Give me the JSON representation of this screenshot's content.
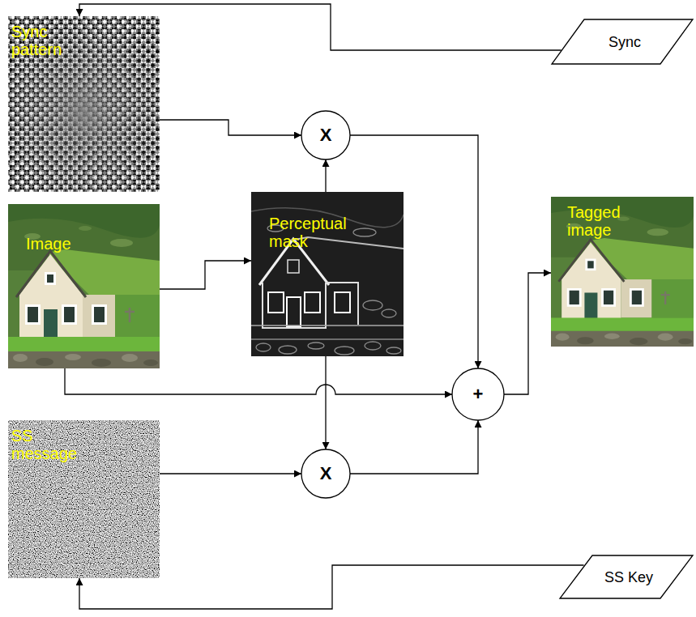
{
  "diagram": {
    "nodes": [
      {
        "text": [
          "Sync pattern"
        ]
      },
      {
        "text": [
          "Sync"
        ]
      },
      {
        "text": [
          "X"
        ]
      },
      {
        "text": [
          "Image"
        ]
      },
      {
        "text": [
          "Perceptual mask"
        ]
      },
      {
        "text": [
          "Tagged image"
        ]
      },
      {
        "text": [
          "+"
        ]
      },
      {
        "text": [
          "SS message"
        ]
      },
      {
        "text": [
          "X"
        ]
      },
      {
        "text": [
          "SS Key"
        ]
      }
    ],
    "edges": [
      {
        "from": 1,
        "to": 0,
        "arrow": "to"
      },
      {
        "from": 0,
        "to": 2,
        "arrow": "to"
      },
      {
        "from": 4,
        "to": 2,
        "arrow": "to"
      },
      {
        "from": 3,
        "to": 4,
        "arrow": "to"
      },
      {
        "from": 3,
        "to": 6,
        "arrow": "to"
      },
      {
        "from": 2,
        "to": 6,
        "arrow": "to"
      },
      {
        "from": 4,
        "to": 8,
        "arrow": "to"
      },
      {
        "from": 7,
        "to": 8,
        "arrow": "to"
      },
      {
        "from": 8,
        "to": 6,
        "arrow": "to"
      },
      {
        "from": 6,
        "to": 5,
        "arrow": "to"
      },
      {
        "from": 9,
        "to": 7,
        "arrow": "to"
      }
    ]
  }
}
